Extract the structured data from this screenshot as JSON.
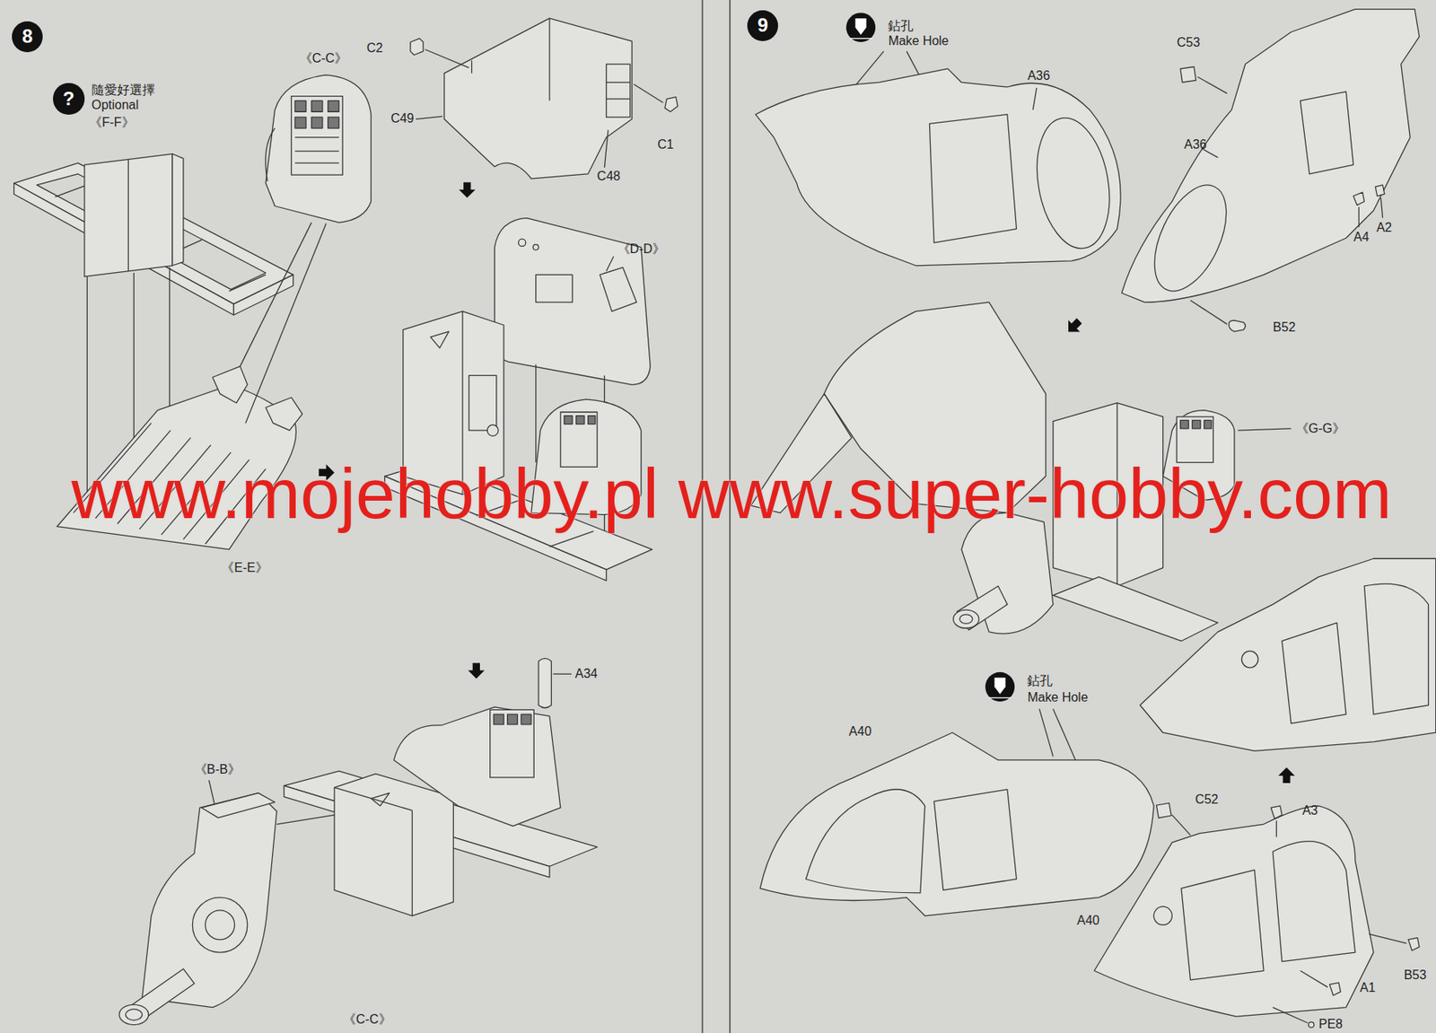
{
  "diagram": {
    "nodes": [
      {
        "text": [
          "8"
        ]
      },
      {
        "text": [
          "?"
        ]
      },
      {
        "text": [
          "9"
        ]
      }
    ],
    "labels": [
      "隨愛好選擇",
      "Optional",
      "《F-F》",
      "《C-C》",
      "C2",
      "C49",
      "C1",
      "C48",
      "《D-D》",
      "《E-E》",
      "www.mojehobby.pl www.super-hobby.com",
      "A34",
      "《B-B》",
      "《C-C》",
      "鉆孔",
      "Make Hole",
      "A36",
      "C53",
      "A36",
      "A4",
      "A2",
      "B52",
      "《G-G》",
      "鉆孔",
      "Make Hole",
      "A40",
      "C52",
      "A3",
      "A40",
      "B53",
      "A1",
      "PE8"
    ]
  }
}
